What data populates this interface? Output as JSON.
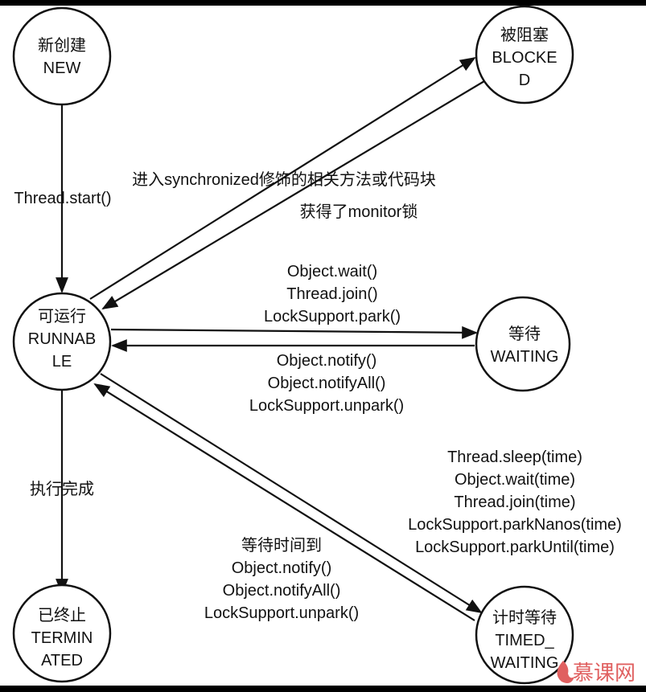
{
  "states": {
    "new": [
      "新创建",
      "NEW"
    ],
    "blocked": [
      "被阻塞",
      "BLOCKE",
      "D"
    ],
    "runnable": [
      "可运行",
      "RUNNAB",
      "LE"
    ],
    "waiting": [
      "等待",
      "WAITING"
    ],
    "terminated": [
      "已终止",
      "TERMIN",
      "ATED"
    ],
    "timed_waiting": [
      "计时等待",
      "TIMED_",
      "WAITING"
    ]
  },
  "transitions": {
    "new_to_runnable": [
      "Thread.start()"
    ],
    "runnable_to_blocked": [
      "进入synchronized修饰的相关方法或代码块"
    ],
    "blocked_to_runnable": [
      "获得了monitor锁"
    ],
    "runnable_to_waiting": [
      "Object.wait()",
      "Thread.join()",
      "LockSupport.park()"
    ],
    "waiting_to_runnable": [
      "Object.notify()",
      "Object.notifyAll()",
      "LockSupport.unpark()"
    ],
    "runnable_to_terminated": [
      "执行完成"
    ],
    "runnable_to_timed_waiting": [
      "Thread.sleep(time)",
      "Object.wait(time)",
      "Thread.join(time)",
      "LockSupport.parkNanos(time)",
      "LockSupport.parkUntil(time)"
    ],
    "timed_waiting_to_runnable": [
      "等待时间到",
      "Object.notify()",
      "Object.notifyAll()",
      "LockSupport.unpark()"
    ]
  },
  "watermark": "慕课网",
  "colors": {
    "stroke": "#111111",
    "watermark": "#e06060"
  }
}
